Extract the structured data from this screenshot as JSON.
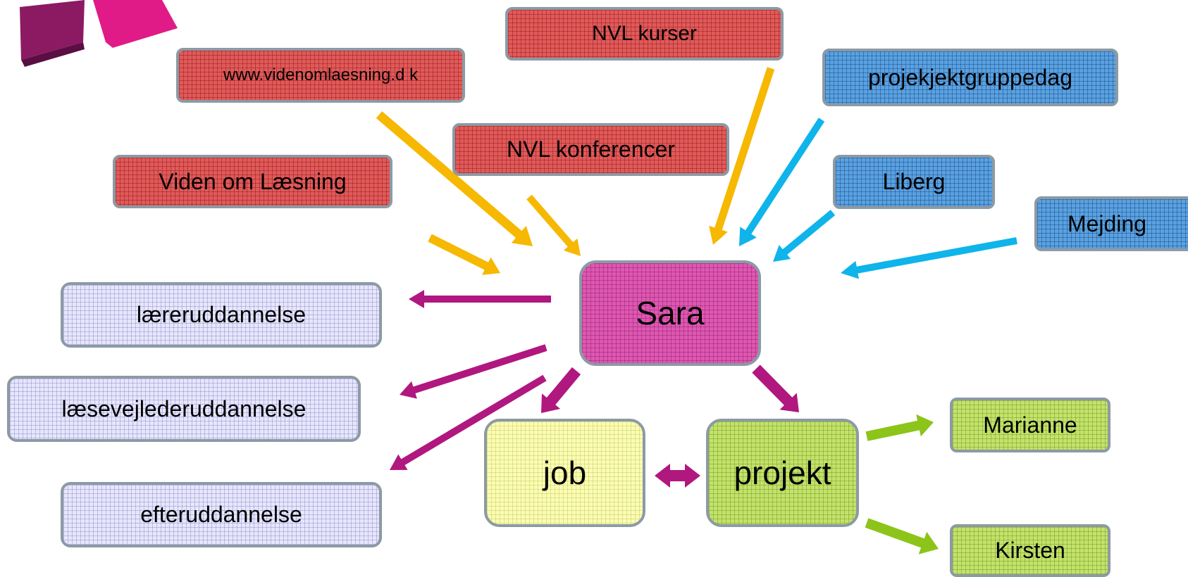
{
  "diagram": {
    "nodes": {
      "web": "www.videnomlaesning.d k",
      "nvl_kurser": "NVL kurser",
      "nvl_konferencer": "NVL konferencer",
      "viden": "Viden om Læsning",
      "projektgruppedag": "projekjektgruppedag",
      "liberg": "Liberg",
      "mejding": "Mejding",
      "center": "Sara",
      "laereruddannelse": "læreruddannelse",
      "laesevejleder": "læsevejlederuddannelse",
      "efteruddannelse": "efteruddannelse",
      "job": "job",
      "projekt": "projekt",
      "marianne": "Marianne",
      "kirsten": "Kirsten"
    },
    "colors": {
      "red_box": "#e05a5a",
      "blue_box": "#5aa2df",
      "lavender_box": "#e7e6fb",
      "pink_center": "#dd58b2",
      "yellow_box": "#fbfcb4",
      "green_box": "#c3e26a",
      "arrow_gold": "#f6b800",
      "arrow_blue": "#0eb4ea",
      "arrow_magenta": "#b0177f",
      "arrow_green": "#8cc41a"
    }
  }
}
